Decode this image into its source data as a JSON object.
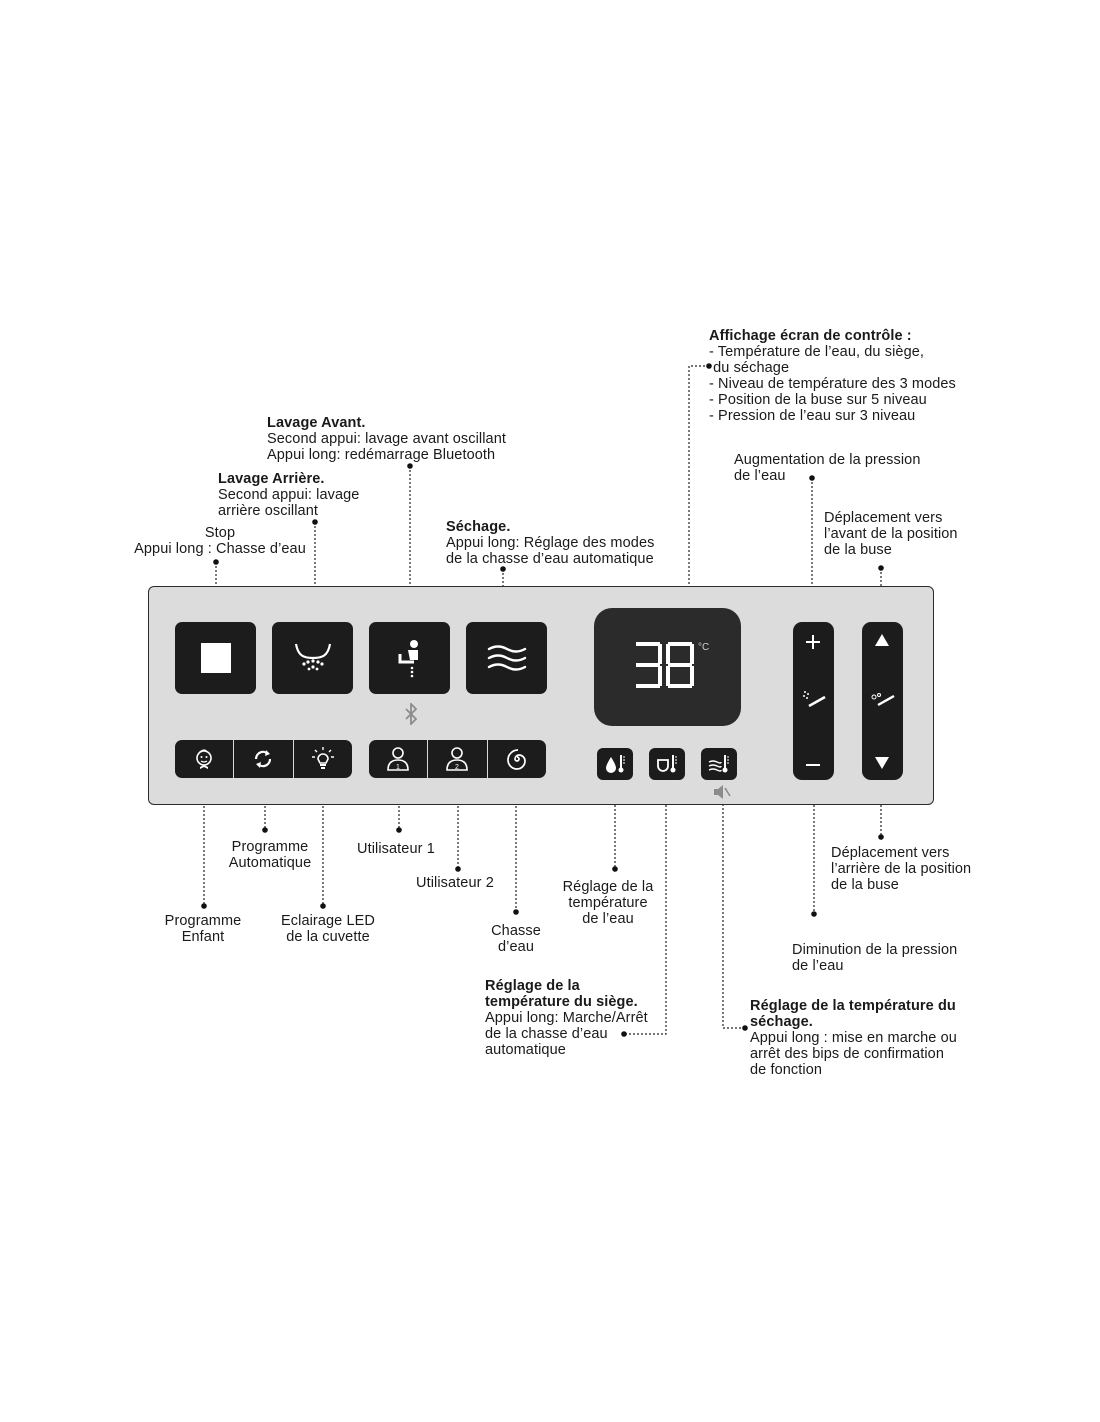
{
  "labels": {
    "stop": {
      "title": "Stop",
      "desc": "Appui long : Chasse d’eau"
    },
    "lavage_arriere": {
      "title": "Lavage Arrière.",
      "desc": "Second appui: lavage\narrière oscillant"
    },
    "lavage_avant": {
      "title": "Lavage Avant.",
      "desc": "Second appui: lavage avant oscillant\nAppui long: redémarrage Bluetooth"
    },
    "sechage": {
      "title": "Séchage.",
      "desc": "Appui long: Réglage des modes\nde la chasse d’eau automatique"
    },
    "affichage": {
      "title": "Affichage écran de contrôle :",
      "desc": "- Température de l’eau, du siège,\n du séchage\n- Niveau de température des 3 modes\n- Position de la buse sur 5 niveau\n- Pression de l’eau sur 3 niveau"
    },
    "augmentation": "Augmentation de la pression\nde l’eau",
    "deplacement_avant": "Déplacement vers\nl’avant de la position\nde la buse",
    "programme_auto": "Programme\nAutomatique",
    "utilisateur1": "Utilisateur 1",
    "utilisateur2": "Utilisateur 2",
    "programme_enfant": "Programme\nEnfant",
    "eclairage": "Eclairage LED\nde la cuvette",
    "chasse": "Chasse\nd’eau",
    "reglage_eau": "Réglage de la\ntempérature\nde l’eau",
    "reglage_siege": {
      "title": "Réglage de la\ntempérature du siège.",
      "desc": "Appui long: Marche/Arrêt\nde la chasse d’eau\nautomatique"
    },
    "reglage_sechage": {
      "title": "Réglage de la température du\nséchage.",
      "desc": "Appui long : mise en marche ou\narrêt des bips de confirmation\nde fonction"
    },
    "deplacement_arriere": "Déplacement vers\nl’arrière de la position\nde la buse",
    "diminution": "Diminution de la pression\nde l’eau"
  },
  "display": {
    "digits": "38",
    "unit": "°C"
  },
  "icons": [
    "stop-icon",
    "rear-wash-icon",
    "front-wash-icon",
    "dry-icon",
    "bluetooth-icon",
    "child-icon",
    "auto-icon",
    "led-icon",
    "user1-icon",
    "user2-icon",
    "flush-icon",
    "water-temp-icon",
    "seat-temp-icon",
    "dry-temp-icon",
    "mute-icon",
    "plus-icon",
    "minus-icon",
    "up-arrow-icon",
    "down-arrow-icon",
    "pressure-icon",
    "nozzle-icon"
  ],
  "colors": {
    "panel": "#dcdcdc",
    "button": "#1c1c1c",
    "screen": "#2b2b2b",
    "glyph": "#ffffff"
  }
}
